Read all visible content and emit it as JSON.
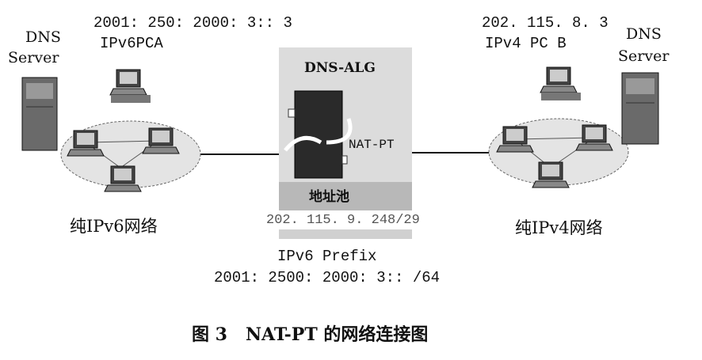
{
  "left": {
    "dns_label_1": "DNS",
    "dns_label_2": "Server",
    "pc_address": "2001: 250: 2000: 3:: 3",
    "pc_name": "IPv6PCA",
    "network_label": "纯IPv6网络"
  },
  "right": {
    "dns_label_1": "DNS",
    "dns_label_2": "Server",
    "pc_address": "202. 115. 8. 3",
    "pc_name": "IPv4 PC B",
    "network_label": "纯IPv4网络"
  },
  "gateway": {
    "title": "DNS-ALG",
    "device_label": "NAT-PT",
    "pool_label": "地址池",
    "pool_range": "202. 115. 9. 248/29",
    "prefix_label": "IPv6 Prefix",
    "prefix_value": "2001: 2500: 2000: 3:: /64"
  },
  "caption": "图 3   NAT-PT 的网络连接图"
}
